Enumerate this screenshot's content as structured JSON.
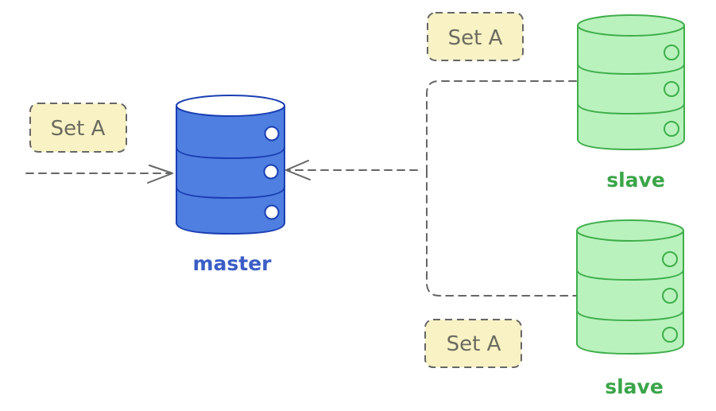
{
  "colors": {
    "master_fill": "#4f7fe0",
    "master_stroke": "#1a3fb3",
    "master_label": "#3b5ec6",
    "slave_fill": "#b9f2bd",
    "slave_stroke": "#3fae4b",
    "slave_label": "#3aa548",
    "note_fill": "#f8f2c4",
    "connector": "#666666"
  },
  "notes": {
    "left": "Set A",
    "top_right": "Set A",
    "bottom_right": "Set A"
  },
  "databases": {
    "master": {
      "label": "master",
      "icon": "database-icon"
    },
    "slave_top": {
      "label": "slave",
      "icon": "database-icon"
    },
    "slave_bottom": {
      "label": "slave",
      "icon": "database-icon"
    }
  }
}
